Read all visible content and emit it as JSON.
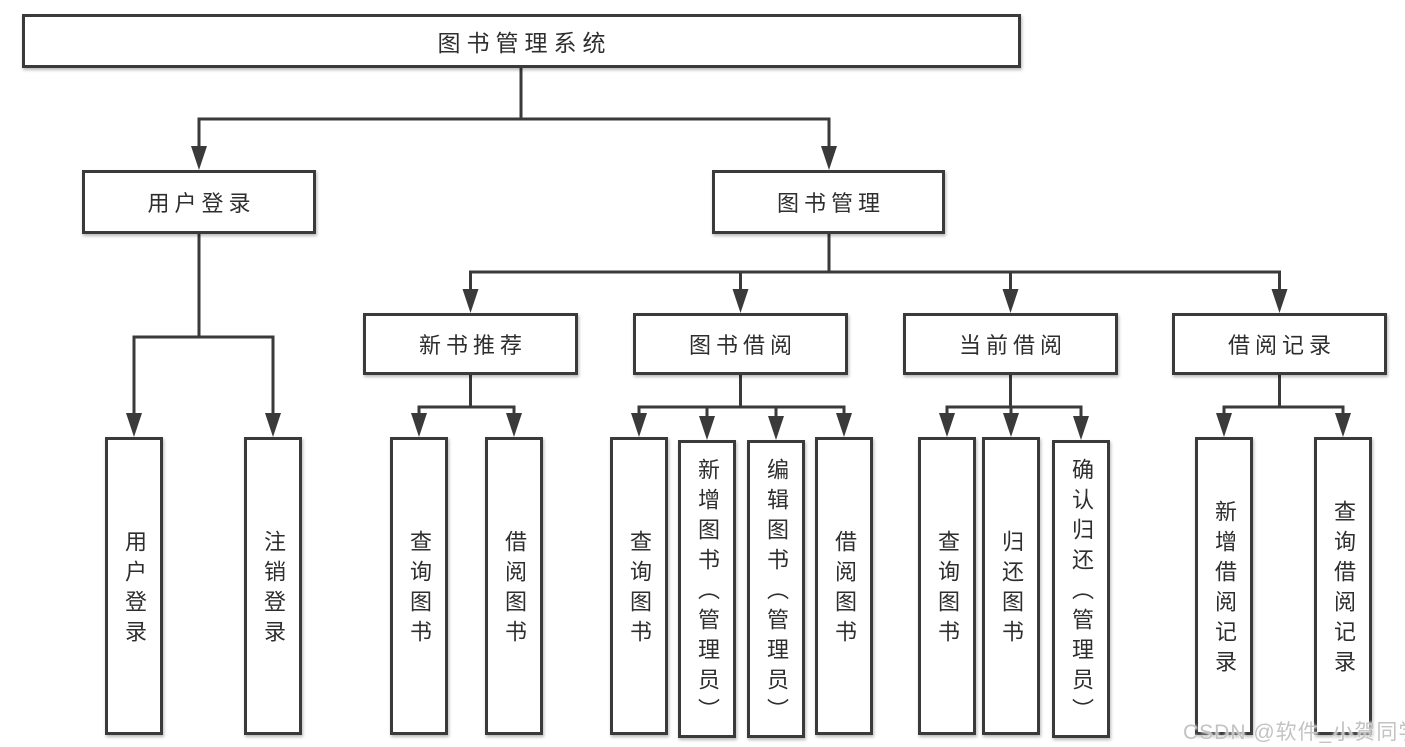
{
  "diagram": {
    "root": {
      "label": "图书管理系统"
    },
    "branches": [
      {
        "label": "用户登录",
        "children": [
          {
            "label": "用户登录"
          },
          {
            "label": "注销登录"
          }
        ]
      },
      {
        "label": "图书管理",
        "children": [
          {
            "label": "新书推荐",
            "children": [
              {
                "label": "查询图书"
              },
              {
                "label": "借阅图书"
              }
            ]
          },
          {
            "label": "图书借阅",
            "children": [
              {
                "label": "查询图书"
              },
              {
                "label": "新增图书（管理员）"
              },
              {
                "label": "编辑图书（管理员）"
              },
              {
                "label": "借阅图书"
              }
            ]
          },
          {
            "label": "当前借阅",
            "children": [
              {
                "label": "查询图书"
              },
              {
                "label": "归还图书"
              },
              {
                "label": "确认归还（管理员）"
              }
            ]
          },
          {
            "label": "借阅记录",
            "children": [
              {
                "label": "新增借阅记录"
              },
              {
                "label": "查询借阅记录"
              }
            ]
          }
        ]
      }
    ]
  },
  "watermark": {
    "text": "CSDN @软件_小贺同学"
  },
  "colors": {
    "line": "#3a3a3a",
    "text": "#2e2e2e",
    "watermark": "#c3c3c3",
    "background": "#ffffff"
  }
}
